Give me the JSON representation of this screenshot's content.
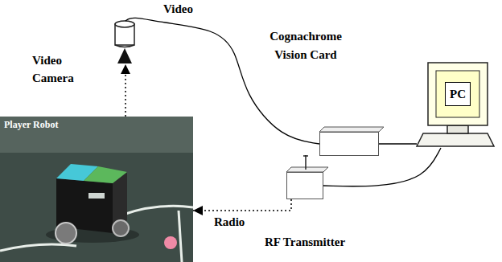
{
  "diagram": {
    "nodes": [
      {
        "text": [
          "Video Camera"
        ]
      },
      {
        "text": [
          "Cognachrome Vision Card"
        ]
      },
      {
        "text": [
          "PC"
        ]
      },
      {
        "text": [
          "RF Transmitter"
        ]
      },
      {
        "text": [
          "Player Robot"
        ]
      }
    ],
    "edges": [
      {
        "from": 0,
        "to": 1,
        "arrow": "none",
        "label": "Video"
      },
      {
        "from": 1,
        "to": 2,
        "arrow": "none"
      },
      {
        "from": 3,
        "to": 2,
        "arrow": "none"
      },
      {
        "from": 4,
        "to": 0,
        "arrow": "to"
      },
      {
        "from": 3,
        "to": 4,
        "arrow": "to",
        "label": "Radio"
      }
    ]
  }
}
